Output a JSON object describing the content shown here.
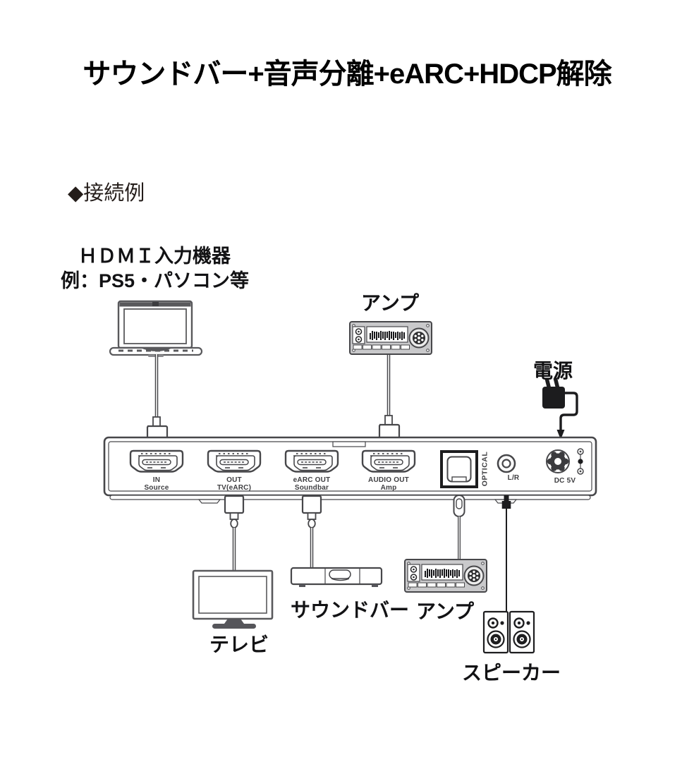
{
  "title": "サウンドバー+音声分離+eARC+HDCP解除",
  "section_label": "◆接続例",
  "devices": {
    "hdmi_source": {
      "label_line1": "ＨＤＭＩ入力機器",
      "label_line2": "例：PS5・パソコン等"
    },
    "amp_top": {
      "label": "アンプ"
    },
    "power": {
      "label": "電源"
    },
    "tv": {
      "label": "テレビ"
    },
    "soundbar": {
      "label": "サウンドバー"
    },
    "amp_bottom": {
      "label": "アンプ"
    },
    "speakers": {
      "label": "スピーカー"
    }
  },
  "panel": {
    "ports": [
      {
        "id": "hdmi-in",
        "line1": "IN",
        "line2": "Source"
      },
      {
        "id": "hdmi-out-tv",
        "line1": "OUT",
        "line2": "TV(eARC)"
      },
      {
        "id": "hdmi-earc-out",
        "line1": "eARC OUT",
        "line2": "Soundbar"
      },
      {
        "id": "hdmi-audio-out",
        "line1": "AUDIO OUT",
        "line2": "Amp"
      },
      {
        "id": "optical",
        "label": "OPTICAL"
      },
      {
        "id": "lr",
        "label": "L/R"
      },
      {
        "id": "dc5v",
        "label": "DC 5V"
      }
    ]
  },
  "colors": {
    "ink": "#1a1a1c",
    "line": "#47474a",
    "panel_text": "#3e3e41",
    "background": "#ffffff"
  }
}
